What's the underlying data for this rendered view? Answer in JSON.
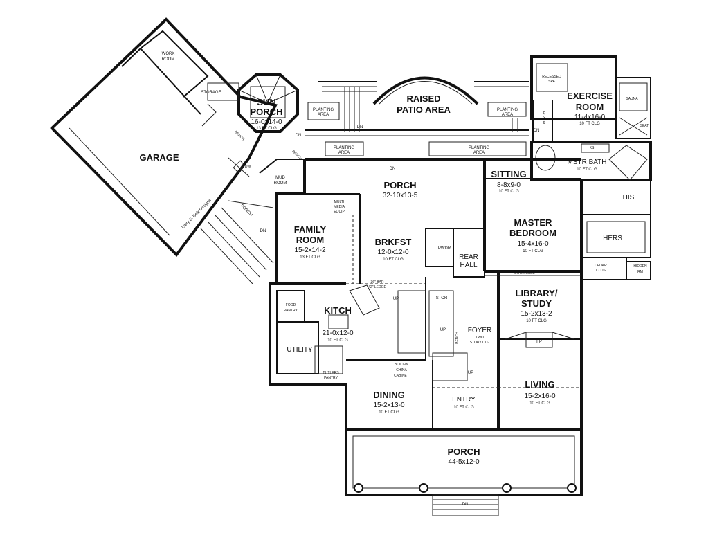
{
  "rooms": {
    "garage": {
      "name": "GARAGE"
    },
    "work_room": {
      "line1": "WORK",
      "line2": "ROOM"
    },
    "storage": {
      "name": "STORAGE"
    },
    "sun_porch": {
      "line1": "SUN",
      "line2": "PORCH",
      "dims": "16-0x14-0",
      "clg": "13 FT CLG"
    },
    "raised_patio": {
      "line1": "RAISED",
      "line2": "PATIO AREA"
    },
    "exercise_room": {
      "line1": "EXERCISE",
      "line2": "ROOM",
      "dims": "11-4x16-0",
      "clg": "10 FT CLG"
    },
    "recessed_spa": {
      "line1": "RECESSED",
      "line2": "SPA"
    },
    "sauna": {
      "name": "SAUNA"
    },
    "seat": {
      "name": "SEAT"
    },
    "mud_room": {
      "line1": "MUD",
      "line2": "ROOM"
    },
    "porch_side": {
      "name": "PORCH"
    },
    "porch_rear": {
      "name": "PORCH",
      "dims": "32-10x13-5"
    },
    "sitting": {
      "name": "SITTING",
      "dims": "8-8x9-0",
      "clg": "10 FT CLG"
    },
    "mstr_bath": {
      "name": "MSTR BATH",
      "clg": "10 FT CLG"
    },
    "his": {
      "name": "HIS"
    },
    "hers": {
      "name": "HERS"
    },
    "master_bedroom": {
      "line1": "MASTER",
      "line2": "BEDROOM",
      "dims": "15-4x16-0",
      "clg": "10 FT CLG"
    },
    "family_room": {
      "line1": "FAMILY",
      "line2": "ROOM",
      "dims": "15-2x14-2",
      "clg": "13 FT CLG"
    },
    "multi_media": {
      "line1": "MULTI",
      "line2": "MEDIA",
      "line3": "EQUIP"
    },
    "brkfst": {
      "name": "BRKFST",
      "dims": "12-0x12-0",
      "clg": "10 FT CLG"
    },
    "pwdr": {
      "name": "PWDR"
    },
    "rear_hall": {
      "line1": "REAR",
      "line2": "HALL"
    },
    "cedar_clos": {
      "line1": "CEDAR",
      "line2": "CLOS"
    },
    "hidden_rm": {
      "line1": "HIDDEN",
      "line2": "RM"
    },
    "book_case": {
      "name": "BOOK CASE"
    },
    "library": {
      "line1": "LIBRARY/",
      "line2": "STUDY",
      "dims": "15-2x13-2",
      "clg": "10 FT CLG"
    },
    "food_pantry": {
      "line1": "FOOD",
      "line2": "PANTRY"
    },
    "kitch": {
      "name": "KITCH",
      "dims": "21-0x12-0",
      "clg": "10 FT CLG"
    },
    "bar": {
      "line1": "36\" BAR",
      "line2": "42\" LEDGE"
    },
    "utility": {
      "name": "UTILITY"
    },
    "butlers_pantry": {
      "line1": "BUTLERS",
      "line2": "PANTRY"
    },
    "foyer": {
      "line1": "FOYER",
      "line2": "TWO",
      "line3": "STORY CLG"
    },
    "stor": {
      "name": "STOR"
    },
    "china": {
      "line1": "BUILT-IN",
      "line2": "CHINA",
      "line3": "CABINET"
    },
    "dining": {
      "name": "DINING",
      "dims": "15-2x13-0",
      "clg": "10 FT CLG"
    },
    "entry": {
      "name": "ENTRY",
      "clg": "10 FT CLG"
    },
    "living": {
      "name": "LIVING",
      "dims": "15-2x16-0",
      "clg": "10 FT CLG"
    },
    "porch_front": {
      "name": "PORCH",
      "dims": "44-5x12-0"
    }
  },
  "marks": {
    "planting_area": "PLANTING AREA",
    "planting_line1": "PLANTING",
    "planting_line2": "AREA",
    "dn": "DN",
    "up": "UP",
    "fp": "FP",
    "ks": "KS",
    "bench": "BENCH",
    "dw": "DW",
    "porch_vertical": "PORCH"
  },
  "credit": "Larry E. Belk Designs"
}
